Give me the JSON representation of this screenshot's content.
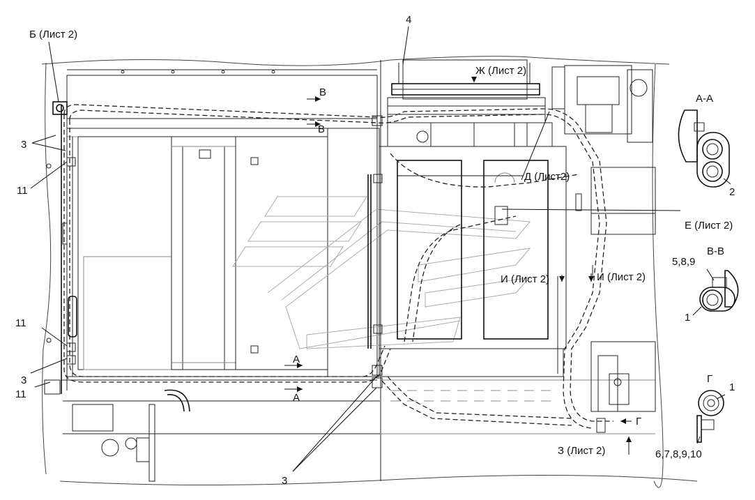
{
  "callouts": {
    "b_sheet2": "Б (Лист 2)",
    "pos_4": "4",
    "zh_sheet2": "Ж (Лист 2)",
    "v_mark_top": "В",
    "v_mark_bottom": "В",
    "pos_3_left": "3",
    "pos_11_upper": "11",
    "d_sheet2": "Д (Лист2)",
    "e_sheet2": "Е (Лист 2)",
    "i_sheet2_left": "И (Лист 2)",
    "i_sheet2_right": "И (Лист 2)",
    "pos_11_lower_top": "11",
    "pos_3_lower": "3",
    "pos_11_lower_bottom": "11",
    "a_mark_top": "А",
    "a_mark_bottom": "А",
    "g_mark": "Г",
    "z_sheet2": "З (Лист 2)",
    "pos_3_bottom": "3"
  },
  "section_aa": {
    "title": "А-А",
    "pos": "2"
  },
  "section_vv": {
    "title": "В-В",
    "pos_top": "5,8,9",
    "pos_bottom": "1"
  },
  "section_g": {
    "title": "Г",
    "pos_top": "1",
    "pos_bottom": "6,7,8,9,10"
  }
}
